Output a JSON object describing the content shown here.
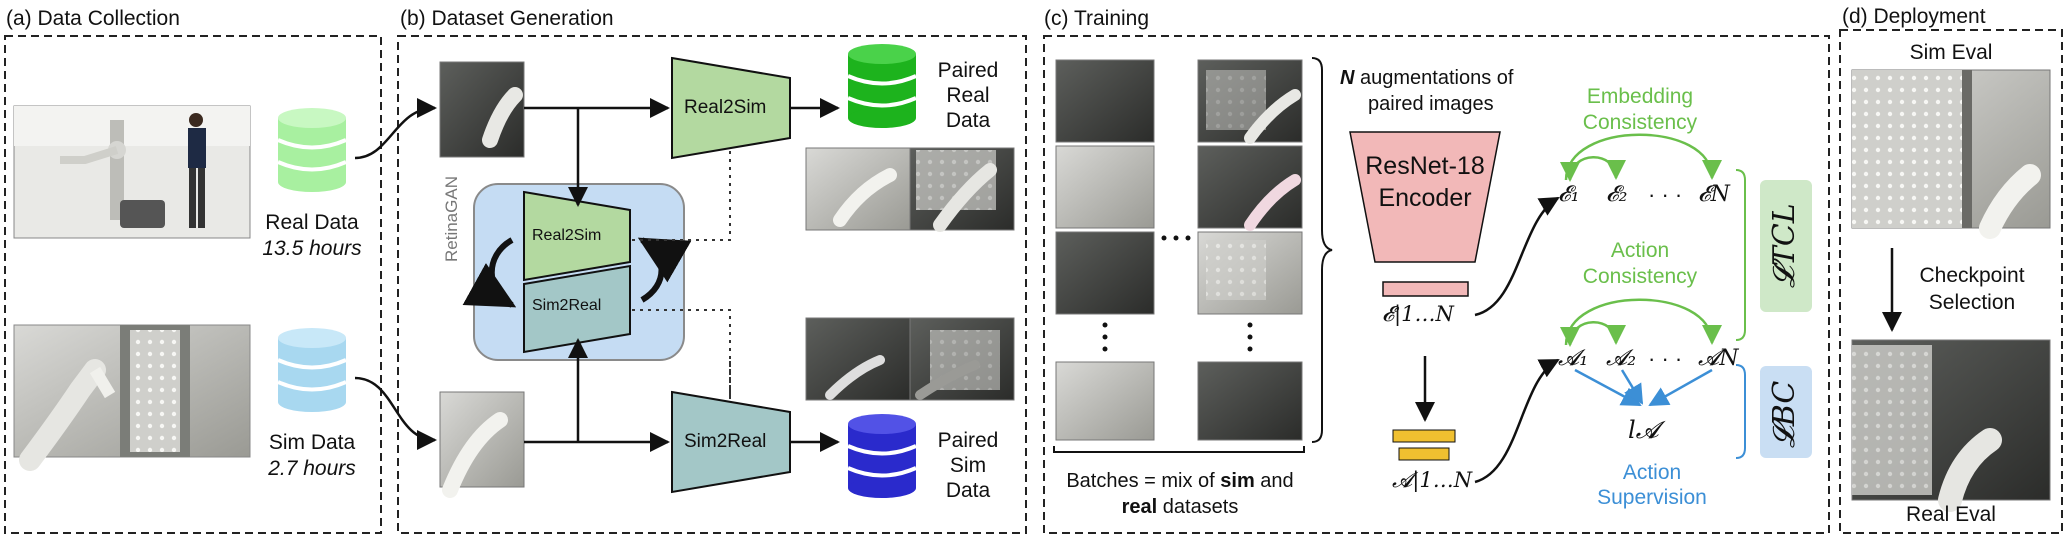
{
  "panels": {
    "a": "(a) Data Collection",
    "b": "(b) Dataset Generation",
    "c": "(c) Training",
    "d": "(d) Deployment"
  },
  "collection": {
    "real_data": "Real Data",
    "real_hours": "13.5 hours",
    "sim_data": "Sim Data",
    "sim_hours": "2.7 hours"
  },
  "generation": {
    "real2sim": "Real2Sim",
    "sim2real": "Sim2Real",
    "retinagan": "RetinaGAN",
    "gan_real2sim": "Real2Sim",
    "gan_sim2real": "Sim2Real",
    "paired_real": [
      "Paired",
      "Real",
      "Data"
    ],
    "paired_sim": [
      "Paired",
      "Sim",
      "Data"
    ]
  },
  "training": {
    "aug_n": "N",
    "aug_rest": " augmentations of",
    "aug_line2": "paired images",
    "encoder": [
      "ResNet-18",
      "Encoder"
    ],
    "emb_consistency": [
      "Embedding",
      "Consistency"
    ],
    "act_consistency": [
      "Action",
      "Consistency"
    ],
    "act_supervision": [
      "Action",
      "Supervision"
    ],
    "e1": "𝓔₁",
    "e2": "𝓔₂",
    "eN": "𝓔N",
    "a1": "𝓐₁",
    "a2": "𝓐₂",
    "aN": "𝓐N",
    "dots": "· · ·",
    "e_out": "𝓔|1…N",
    "a_out": "𝓐|1…N",
    "la": "l𝓐",
    "tcl": "𝓛TCL",
    "bc": "𝓛BC",
    "batches_pre": "Batches = mix of ",
    "batches_sim": "sim",
    "batches_and": " and",
    "batches_real": "real",
    "batches_post": " datasets"
  },
  "deployment": {
    "sim_eval": "Sim Eval",
    "checkpoint": [
      "Checkpoint",
      "Selection"
    ],
    "real_eval": "Real Eval"
  },
  "colors": {
    "green_db": "#a8f0a0",
    "blue_db": "#a8d8f0",
    "green_db_dark": "#1db31d",
    "blue_db_dark": "#2a2acc",
    "real2sim_fill": "#b3d9a0",
    "sim2real_fill": "#a3c7c7",
    "retinagan_bg": "#c5dcf3",
    "encoder_fill": "#f2b8b8",
    "action_bar": "#f0c030",
    "consistency_green": "#6abf4b",
    "supervision_blue": "#3c8fd6",
    "tcl_bg": "#cfe8c8",
    "bc_bg": "#c9def3"
  }
}
